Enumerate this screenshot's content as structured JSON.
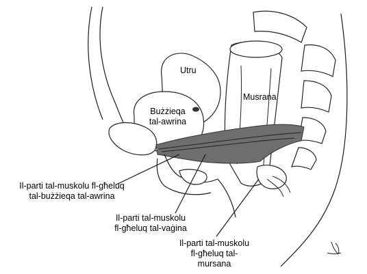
{
  "labels": {
    "uterus": "Utru",
    "bladder_line1": "Bużżieqa",
    "bladder_line2": "tal-awrina",
    "rectum": "Musrana",
    "urethra_part_line1": "Il-parti tal-muskolu fl-għeluq",
    "urethra_part_line2": "tal-bużżieqa tal-awrina",
    "vagina_part_line1": "Il-parti tal-muskolu",
    "vagina_part_line2": "fl-għeluq tal-vaġina",
    "rectum_part_line1": "Il-parti tal-muskolu",
    "rectum_part_line2": "fl-għeluq tal-",
    "rectum_part_line3": "mursana"
  },
  "colors": {
    "line": "#1a1a1a",
    "muscle": "#6e6e6e",
    "background": "#ffffff"
  }
}
